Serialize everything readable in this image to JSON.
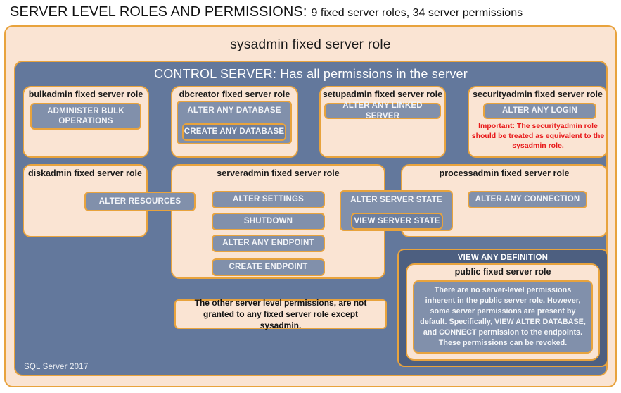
{
  "title": {
    "main": "SERVER LEVEL ROLES AND PERMISSIONS:",
    "sub": "9 fixed server roles, 34 server permissions"
  },
  "sysadmin": {
    "label": "sysadmin fixed server role"
  },
  "control_server": {
    "label": "CONTROL SERVER: Has all permissions in the server"
  },
  "roles": {
    "bulkadmin": {
      "title": "bulkadmin fixed server role",
      "permission": "ADMINISTER  BULK OPERATIONS"
    },
    "dbcreator": {
      "title": "dbcreator fixed server role",
      "permission_outer": "ALTER ANY DATABASE",
      "permission_inner": "CREATE  ANY DATABASE"
    },
    "setupadmin": {
      "title": "setupadmin fixed server role",
      "permission": "ALTER ANY LINKED SERVER"
    },
    "securityadmin": {
      "title": "securityadmin fixed server role",
      "permission": "ALTER ANY LOGIN",
      "note": "Important:  The securityadmin role should  be treated as equivalent to the  sysadmin role."
    },
    "diskadmin": {
      "title": "diskadmin fixed server role",
      "permission": "ALTER RESOURCES"
    },
    "serveradmin": {
      "title": "serveradmin fixed server role",
      "permissions": [
        "ALTER SETTINGS",
        "SHUTDOWN",
        "ALTER ANY ENDPOINT",
        "CREATE  ENDPOINT"
      ],
      "permission_shared_outer": "ALTER SERVER  STATE",
      "permission_shared_inner": "VIEW SERVER  STATE"
    },
    "processadmin": {
      "title": "processadmin fixed server role",
      "permission": "ALTER ANY CONNECTION"
    },
    "public": {
      "view_any_definition": "VIEW ANY DEFINITION",
      "title": "public  fixed server role",
      "note": "There are no server-level permissions inherent in the public server role. However, some server permissions are present by default. Specifically, VIEW ALTER DATABASE, and CONNECT permission to the endpoints. These permissions can be revoked."
    }
  },
  "notes": {
    "other_permissions": "The other server level permissions, are not granted to any fixed server role except sysadmin."
  },
  "footer": {
    "label": "SQL Server 2017"
  },
  "colors": {
    "peach": "#fae4d3",
    "gold_border": "#e8a33d",
    "slate": "#63789c",
    "dark_slate": "#4d5f80",
    "permission_fill": "#8190ab",
    "permission_nested_fill": "#6e7f9e",
    "warning_red": "#e8191a"
  }
}
